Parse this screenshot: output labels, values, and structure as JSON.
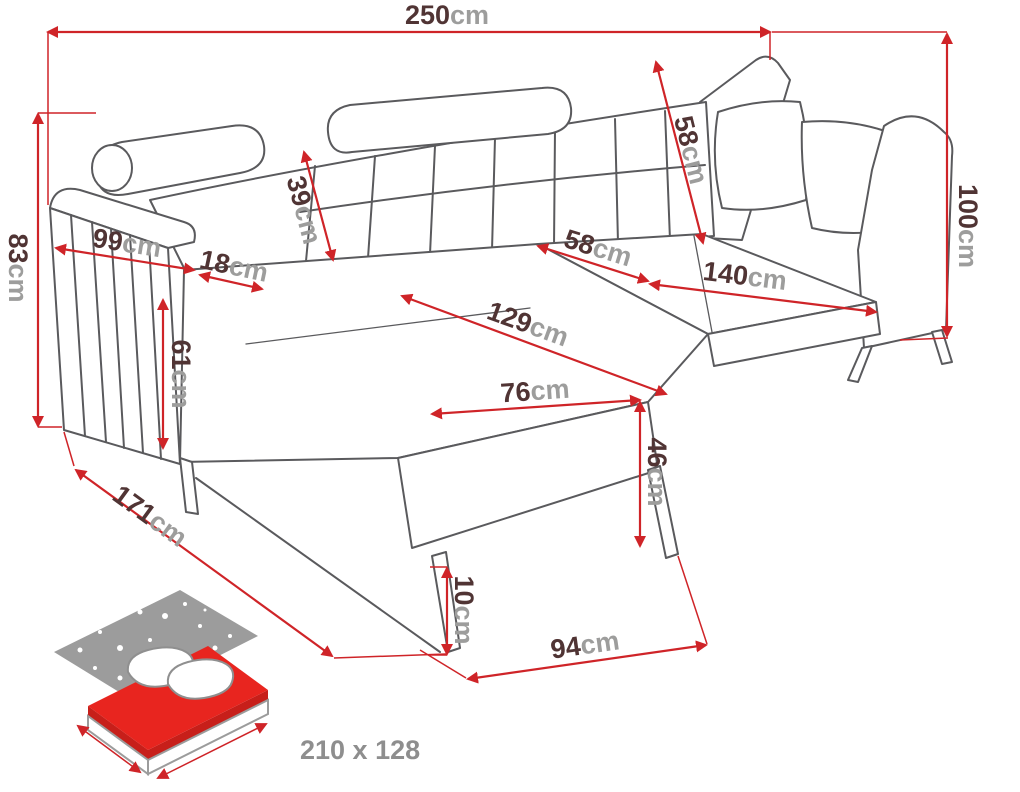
{
  "unit": "cm",
  "dims": {
    "total_width": "250",
    "total_height": "100",
    "left_height": "83",
    "armrest_depth": "99",
    "armrest_width": "18",
    "back_cushion_height": "39",
    "backrest_height": "58",
    "seat_depth": "58",
    "seat_width": "140",
    "chaise_depth": "129",
    "armrest_front_height": "61",
    "chaise_front_width": "76",
    "seat_height": "46",
    "chaise_length": "171",
    "leg_height": "10",
    "chaise_bottom_width": "94"
  },
  "sleeping": {
    "size": "210 x 128"
  },
  "colors": {
    "dimension_line": "#cf2428",
    "dimension_number": "#503434",
    "dimension_unit": "#9d9d9c",
    "drawing_outline": "#5a5a5d",
    "mattress_red": "#e8251f",
    "icon_gray": "#9c9c9c",
    "sleep_label_gray": "#8e8e8e"
  }
}
